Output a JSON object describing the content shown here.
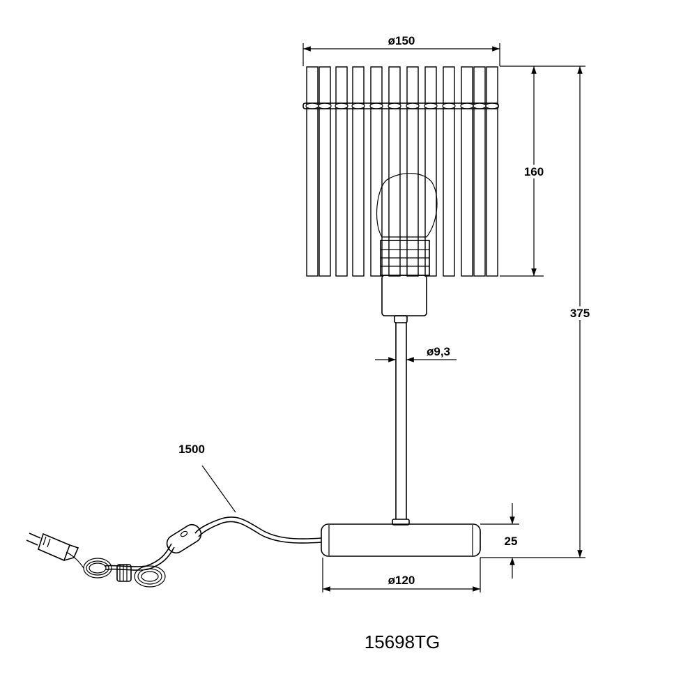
{
  "drawing": {
    "product_code": "15698TG",
    "dimensions": {
      "shade_diameter": "ø150",
      "shade_height": "160",
      "total_height": "375",
      "stem_diameter": "ø9,3",
      "cable_length": "1500",
      "base_height": "25",
      "base_diameter": "ø120"
    }
  }
}
